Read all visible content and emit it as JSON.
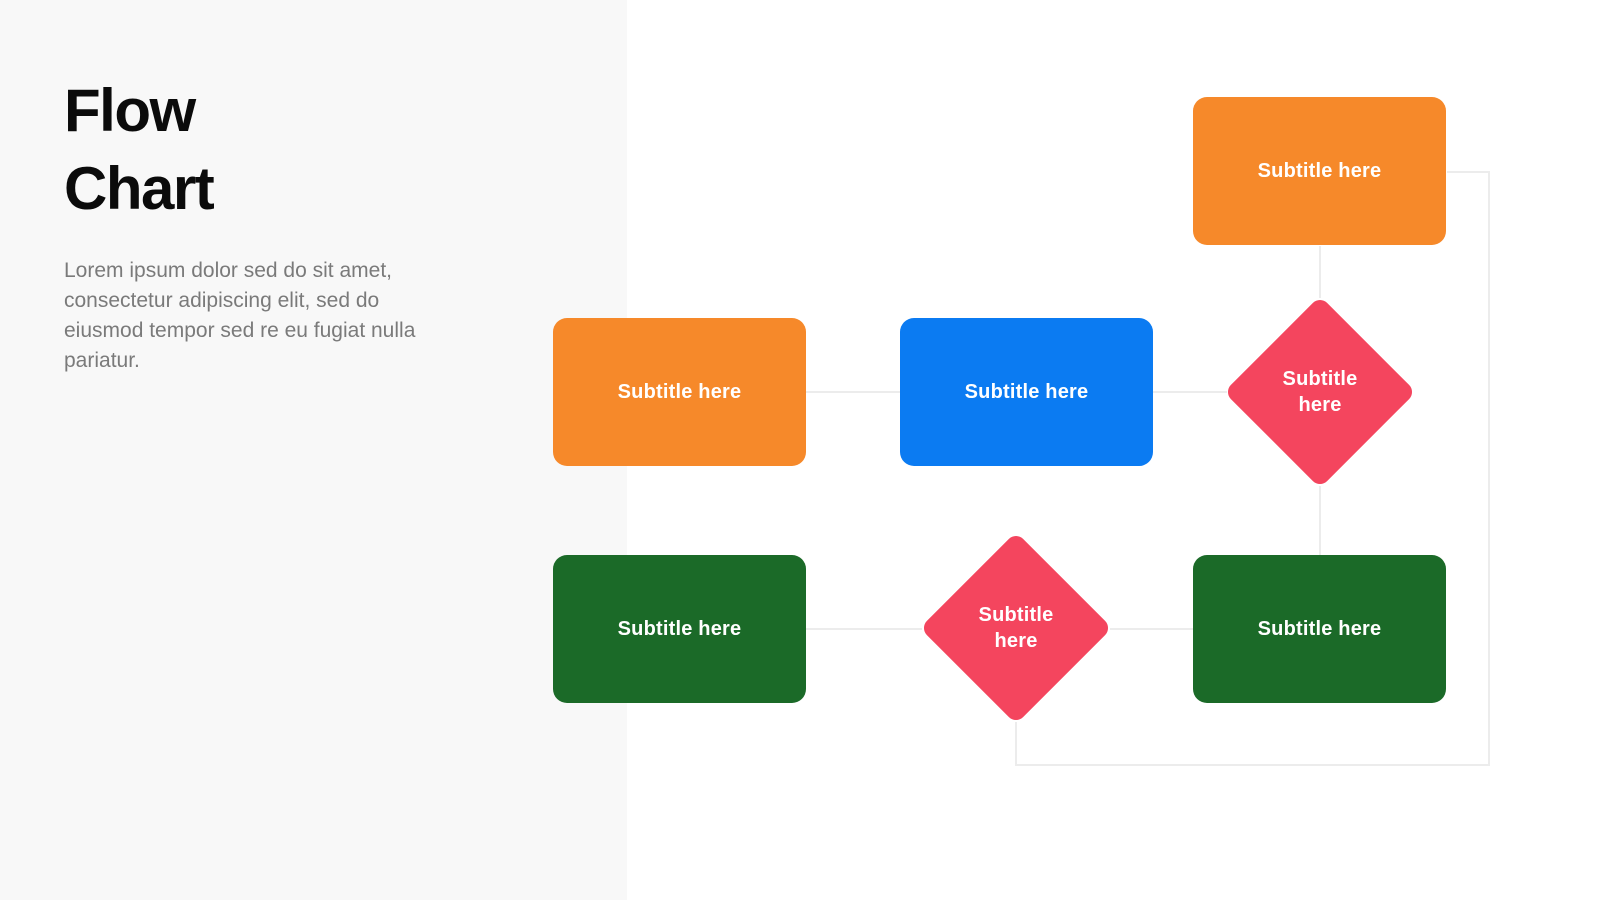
{
  "panel": {
    "title": "Flow Chart",
    "description": "Lorem ipsum dolor sed do sit amet, consectetur adipiscing elit, sed do eiusmod tempor sed re eu fugiat nulla pariatur."
  },
  "palette": {
    "orange": "#f6892a",
    "blue": "#0b7bf2",
    "green": "#1b6a28",
    "pink": "#f4455e",
    "panel_bg": "#f8f8f8",
    "canvas_bg": "#ffffff",
    "connector": "#ececec",
    "title_color": "#0b0b0b",
    "body_color": "#7a7a7a"
  },
  "flowchart": {
    "nodes": [
      {
        "id": "top-orange",
        "shape": "rect",
        "color": "orange",
        "label": "Subtitle here"
      },
      {
        "id": "mid-orange",
        "shape": "rect",
        "color": "orange",
        "label": "Subtitle here"
      },
      {
        "id": "mid-blue",
        "shape": "rect",
        "color": "blue",
        "label": "Subtitle here"
      },
      {
        "id": "mid-diamond",
        "shape": "diamond",
        "color": "pink",
        "label": "Subtitle here"
      },
      {
        "id": "bot-green-left",
        "shape": "rect",
        "color": "green",
        "label": "Subtitle here"
      },
      {
        "id": "bot-diamond",
        "shape": "diamond",
        "color": "pink",
        "label": "Subtitle here"
      },
      {
        "id": "bot-green-right",
        "shape": "rect",
        "color": "green",
        "label": "Subtitle here"
      }
    ],
    "connections": [
      {
        "from": "mid-orange",
        "to": "mid-blue"
      },
      {
        "from": "mid-blue",
        "to": "mid-diamond"
      },
      {
        "from": "top-orange",
        "to": "mid-diamond"
      },
      {
        "from": "mid-diamond",
        "to": "bot-green-right"
      },
      {
        "from": "bot-green-left",
        "to": "bot-diamond"
      },
      {
        "from": "bot-diamond",
        "to": "bot-green-right"
      },
      {
        "from": "bot-diamond",
        "to": "top-orange"
      }
    ]
  }
}
